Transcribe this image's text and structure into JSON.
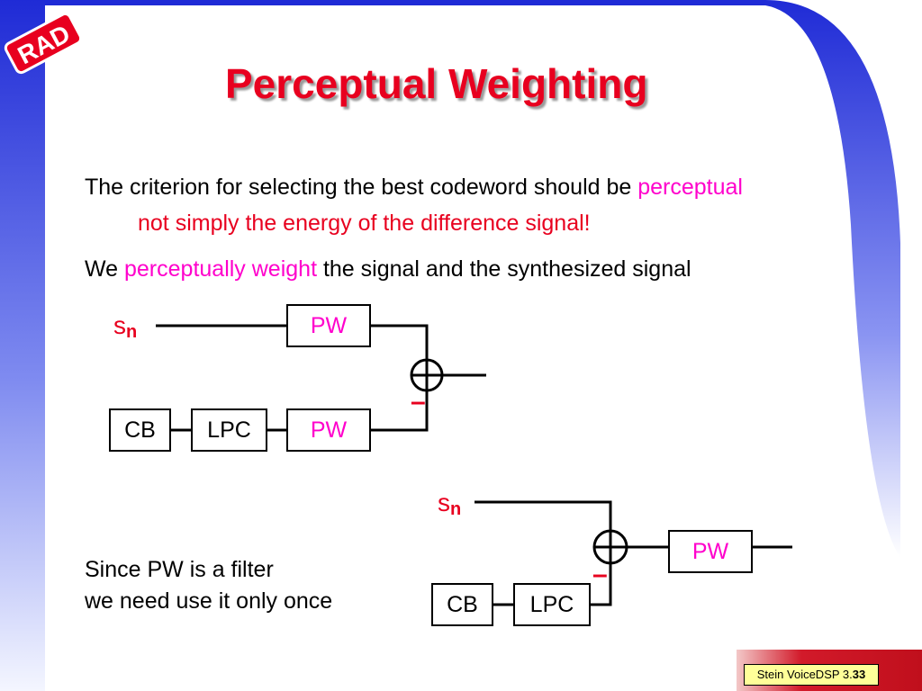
{
  "logo": {
    "text": "RAD"
  },
  "slide": {
    "title": "Perceptual Weighting",
    "line1_a": "The criterion for selecting the best codeword should be ",
    "line1_b": "perceptual",
    "line2": "not simply the energy of the difference signal!",
    "line3_a": "We ",
    "line3_b": "perceptually weight",
    "line3_c": " the signal and the synthesized signal",
    "note_line1": "Since PW is a filter",
    "note_line2": "we need use it only once"
  },
  "diagram_top": {
    "input_symbol": "s",
    "input_subscript": "n",
    "pw_top": "PW",
    "cb": "CB",
    "lpc": "LPC",
    "pw_bottom": "PW",
    "minus": "–"
  },
  "diagram_bottom": {
    "input_symbol": "s",
    "input_subscript": "n",
    "cb": "CB",
    "lpc": "LPC",
    "pw": "PW",
    "minus": "–"
  },
  "footer": {
    "prefix": "Stein VoiceDSP 3.",
    "page": "33"
  },
  "colors": {
    "title": "#e8001f",
    "highlight": "#ff00cc",
    "frame_blue": "#1f2bd6",
    "footer_red": "#cc1020",
    "footer_bg": "#ffff99"
  }
}
